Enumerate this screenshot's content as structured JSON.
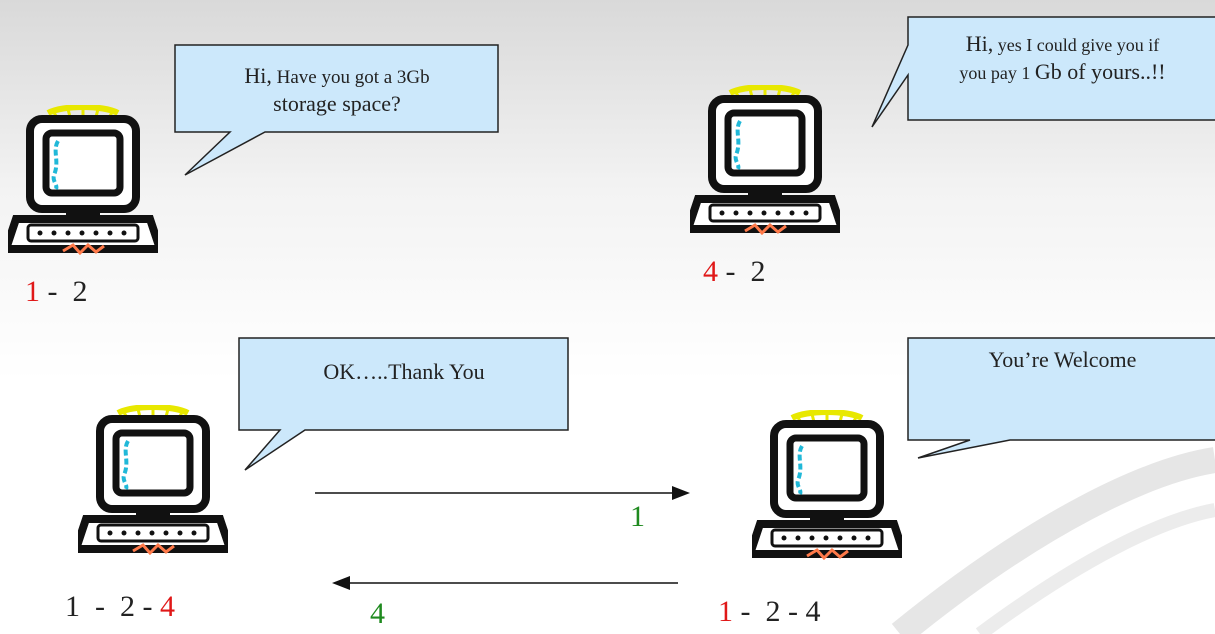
{
  "bubbles": {
    "b1": {
      "line1_lead": "Hi,",
      "line1_rest": " Have you got a  3Gb",
      "line2": "storage space?"
    },
    "b2": {
      "line1_lead": "Hi,",
      "line1_rest": " yes I could give you if",
      "line2_lead": "you pay 1 ",
      "line2_rest": "Gb of yours..!!"
    },
    "b3": {
      "text": "OK…..Thank You"
    },
    "b4": {
      "text": "You’re Welcome"
    }
  },
  "labels": {
    "l1": {
      "red": "1",
      "rest": " -  2"
    },
    "l2": {
      "red": "4",
      "rest": " -  2"
    },
    "l3": {
      "pre": "1  -  2 - ",
      "red": "4"
    },
    "l4": {
      "red": "1",
      "rest": " -  2 - 4"
    }
  },
  "arrows": {
    "right_label": "1",
    "left_label": "4"
  },
  "colors": {
    "bubble_fill": "#cce8fb",
    "highlight_red": "#e01818",
    "arrow_label_green": "#1f8a1f"
  },
  "icons": [
    "computer-icon"
  ]
}
